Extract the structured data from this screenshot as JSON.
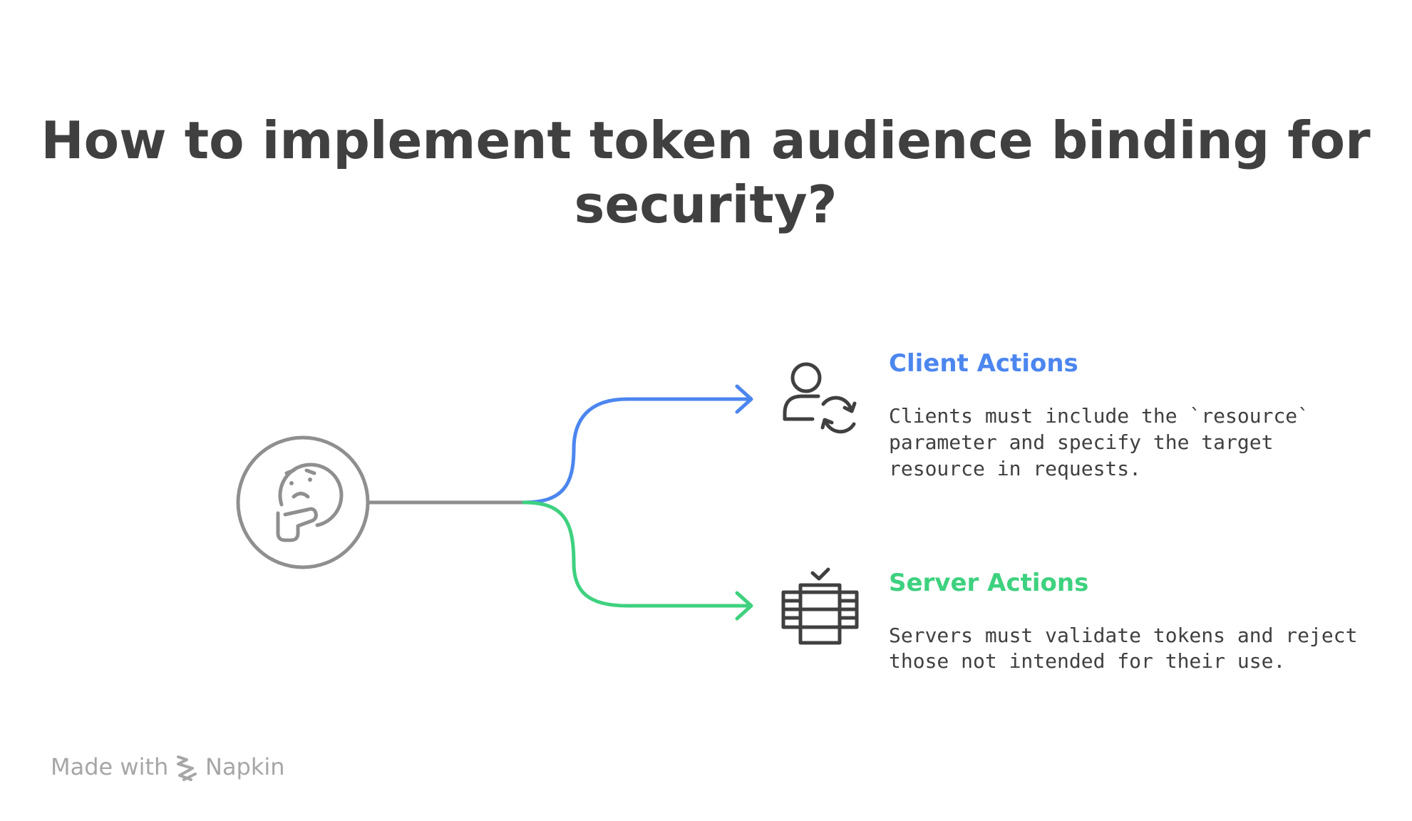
{
  "title": {
    "line1": "How to implement token audience binding for",
    "line2": "security?"
  },
  "center": {
    "icon": "thinking-face-icon"
  },
  "branches": [
    {
      "title": "Client Actions",
      "color": "#4c86ef",
      "icon": "user-sync-icon",
      "description_lines": [
        "Clients must include the `resource`",
        "parameter and specify the target",
        "resource in requests."
      ]
    },
    {
      "title": "Server Actions",
      "color": "#3ed17f",
      "icon": "server-check-icon",
      "description_lines": [
        "Servers must validate tokens and reject",
        "those not intended for their use."
      ]
    }
  ],
  "footer": {
    "made_with": "Made with",
    "brand": "Napkin",
    "icon": "napkin-logo-icon"
  },
  "colors": {
    "text": "#404040",
    "trunk": "#8f8f8f",
    "footer": "#a6a6a6"
  }
}
